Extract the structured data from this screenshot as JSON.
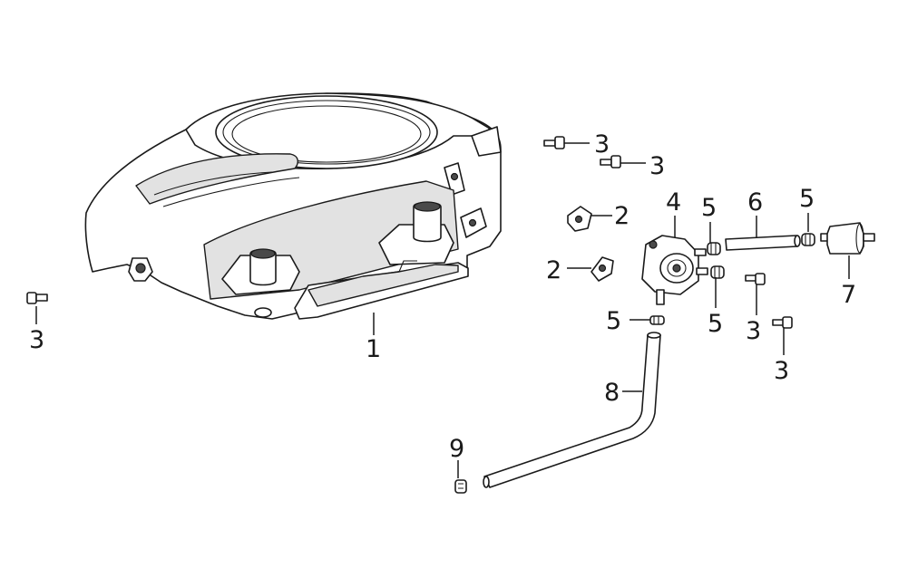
{
  "callouts": [
    {
      "id": "c-1-cover",
      "label": "1"
    },
    {
      "id": "c-2-upper",
      "label": "2"
    },
    {
      "id": "c-2-lower",
      "label": "2"
    },
    {
      "id": "c-3-left",
      "label": "3"
    },
    {
      "id": "c-3-top-a",
      "label": "3"
    },
    {
      "id": "c-3-top-b",
      "label": "3"
    },
    {
      "id": "c-3-mid",
      "label": "3"
    },
    {
      "id": "c-3-low",
      "label": "3"
    },
    {
      "id": "c-4-pump",
      "label": "4"
    },
    {
      "id": "c-5-upper-left",
      "label": "5"
    },
    {
      "id": "c-5-upper-right",
      "label": "5"
    },
    {
      "id": "c-5-lower-left",
      "label": "5"
    },
    {
      "id": "c-5-lower-right",
      "label": "5"
    },
    {
      "id": "c-6-pipe",
      "label": "6"
    },
    {
      "id": "c-7-filter",
      "label": "7"
    },
    {
      "id": "c-8-hose",
      "label": "8"
    },
    {
      "id": "c-9-clip",
      "label": "9"
    }
  ]
}
